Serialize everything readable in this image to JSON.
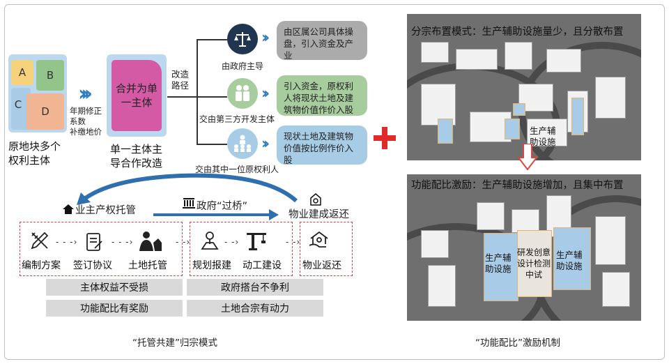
{
  "left": {
    "blocks": {
      "a": "A",
      "b": "B",
      "c": "C",
      "d": "D"
    },
    "orig_caption": [
      "原地块多个",
      "权利主体"
    ],
    "mid_labels": [
      "年期修正",
      "系数",
      "补缴地价"
    ],
    "single_block": "合并为单一主体",
    "single_caption": [
      "单一主体主",
      "导合作改造"
    ],
    "path_label": [
      "改造",
      "路径"
    ],
    "branches": [
      {
        "label": "由政府主导",
        "text": "由区属公司具体操盘，引入资金及产业"
      },
      {
        "label": "交由第三方开发主体",
        "text": "引入资金，原权利人将现状土地及建筑物价值作价入股"
      },
      {
        "label": "交由其中一位原权利人",
        "text": "现状土地及建筑物价值按比例作价入股"
      }
    ]
  },
  "flow": {
    "top_left": "业主产权托管",
    "top_mid": "政府“过桥”",
    "top_right": "物业建成返还",
    "steps": [
      "编制方案",
      "签订协议",
      "土地托管",
      "规划报建",
      "动工建设",
      "物业返还"
    ],
    "gray": [
      "主体权益不受损",
      "政府搭台不争利",
      "功能配比有奖励",
      "土地合宗有动力"
    ],
    "caption": "“托管共建”归宗模式"
  },
  "right": {
    "top_title": "分宗布置模式：生产辅助设施量少，且分散布置",
    "top_label": [
      "生产辅",
      "助设施"
    ],
    "bottom_title": "功能配比激励：生产辅助设施增加，且集中布置",
    "bottom_labels": [
      [
        "生产辅",
        "助设施"
      ],
      [
        "研发创意",
        "设计检测",
        "中试"
      ],
      [
        "生产辅",
        "助设施"
      ]
    ],
    "caption": "“功能配比”激励机制"
  }
}
